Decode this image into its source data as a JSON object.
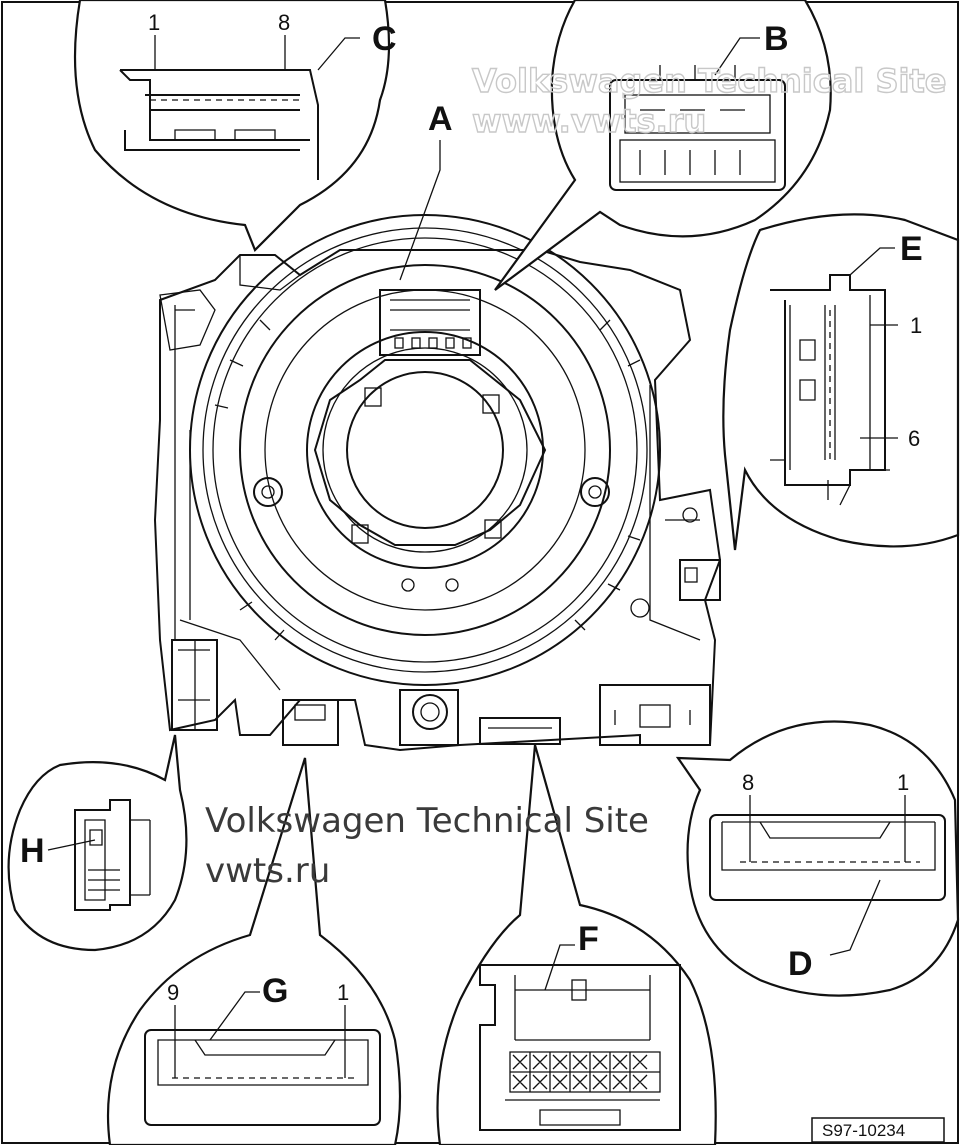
{
  "diagram": {
    "callouts": {
      "A": "A",
      "B": "B",
      "C": "C",
      "D": "D",
      "E": "E",
      "F": "F",
      "G": "G",
      "H": "H"
    },
    "pins": {
      "c_first": "1",
      "c_last": "8",
      "e_first": "1",
      "e_last": "6",
      "d_first": "8",
      "d_last": "1",
      "g_first": "9",
      "g_last": "1"
    },
    "watermark": {
      "line1": "Volkswagen Technical Site",
      "line2": "vwts.ru",
      "ghost1": "Volkswagen Technical Site",
      "ghost2": "www.vwts.ru"
    },
    "figure_ref": "S97-10234"
  }
}
